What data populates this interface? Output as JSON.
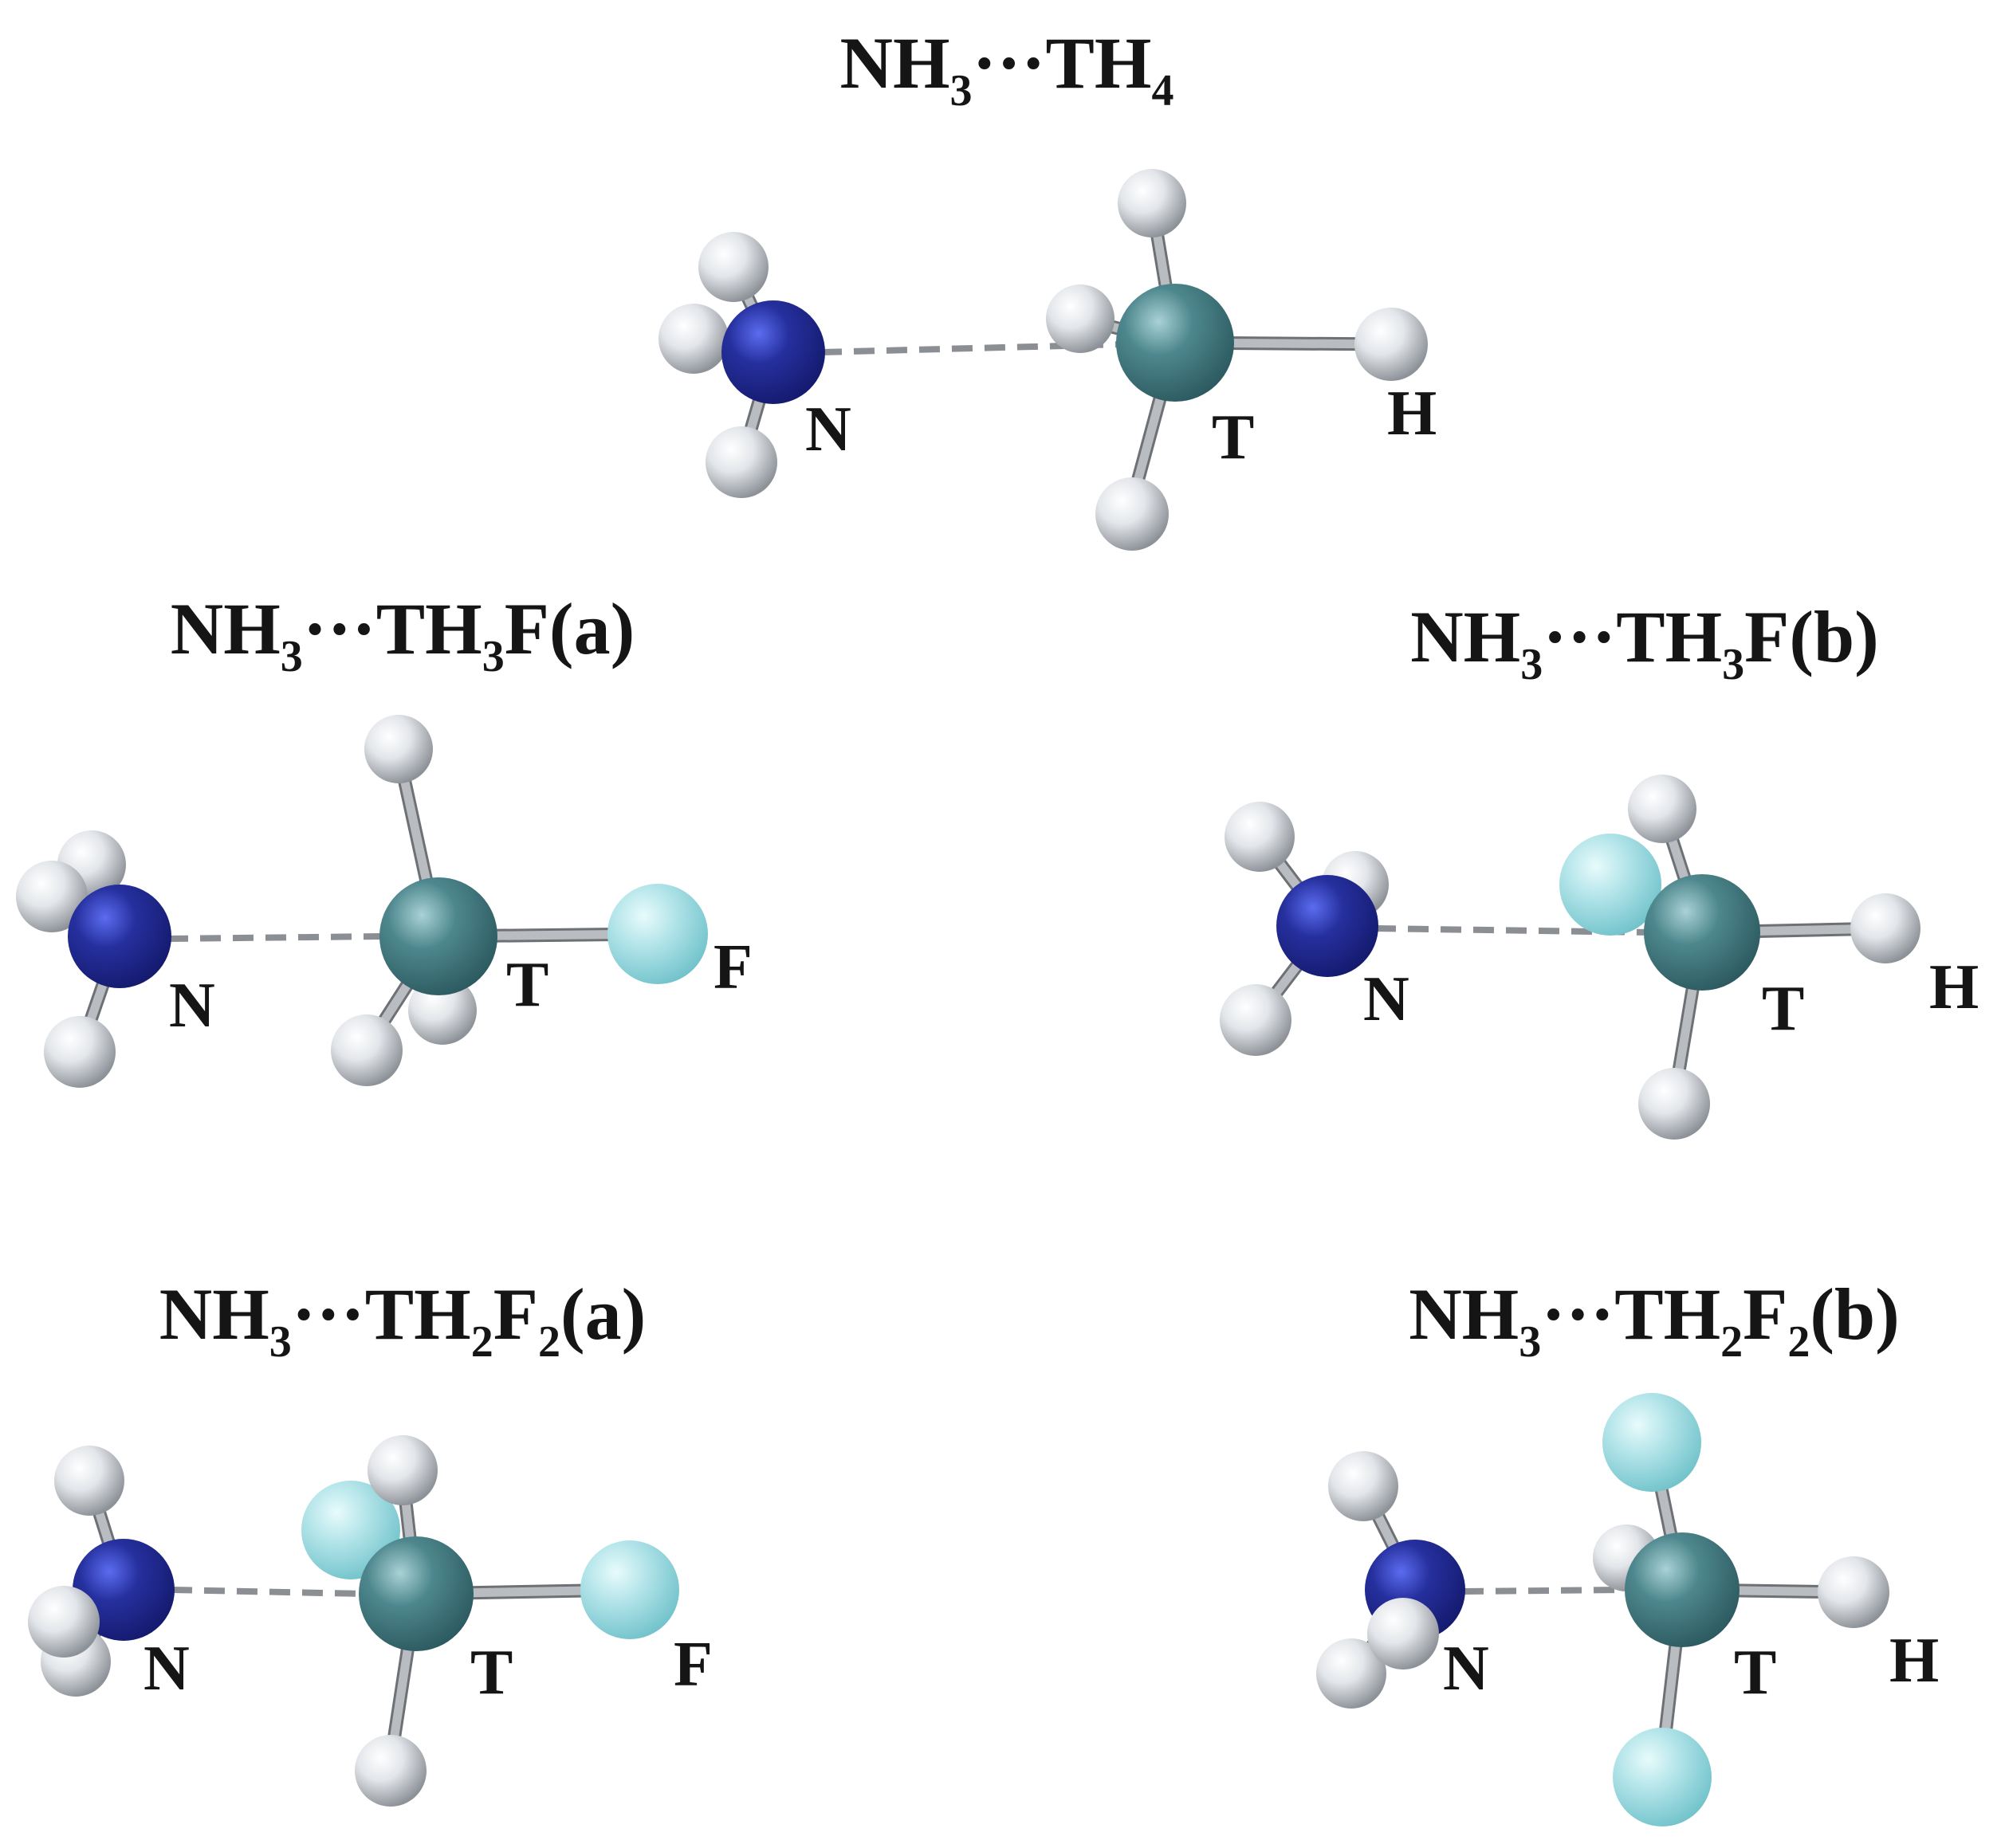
{
  "colors": {
    "hydrogen": "#ffffff",
    "hydrogen_dark": "#8d9298",
    "nitrogen": "#5b6cf0",
    "nitrogen_dark": "#141a6e",
    "tetrel": "#a9d2d5",
    "tetrel_dark": "#2c5a60",
    "fluorine": "#e8fbfc",
    "fluorine_dark": "#72c3cb"
  },
  "complexes": [
    {
      "name": "NH3-TH4",
      "title": {
        "p1": "NH",
        "s1": "3",
        "p2": "···TH",
        "s2": "4",
        "p3": "",
        "s3": "",
        "p4": ""
      },
      "labels": {
        "n": "N",
        "t": "T",
        "x": "H"
      }
    },
    {
      "name": "NH3-TH3F-a",
      "title": {
        "p1": "NH",
        "s1": "3",
        "p2": "···TH",
        "s2": "3",
        "p3": "F(a)",
        "s3": "",
        "p4": ""
      },
      "labels": {
        "n": "N",
        "t": "T",
        "x": "F"
      }
    },
    {
      "name": "NH3-TH3F-b",
      "title": {
        "p1": "NH",
        "s1": "3",
        "p2": "···TH",
        "s2": "3",
        "p3": "F(b)",
        "s3": "",
        "p4": ""
      },
      "labels": {
        "n": "N",
        "t": "T",
        "x": "H"
      }
    },
    {
      "name": "NH3-TH2F2-a",
      "title": {
        "p1": "NH",
        "s1": "3",
        "p2": "···TH",
        "s2": "2",
        "p3": "F",
        "s3": "2",
        "p4": "(a)"
      },
      "labels": {
        "n": "N",
        "t": "T",
        "x": "F"
      }
    },
    {
      "name": "NH3-TH2F2-b",
      "title": {
        "p1": "NH",
        "s1": "3",
        "p2": "···TH",
        "s2": "2",
        "p3": "F",
        "s3": "2",
        "p4": "(b)"
      },
      "labels": {
        "n": "N",
        "t": "T",
        "x": "H"
      }
    }
  ]
}
